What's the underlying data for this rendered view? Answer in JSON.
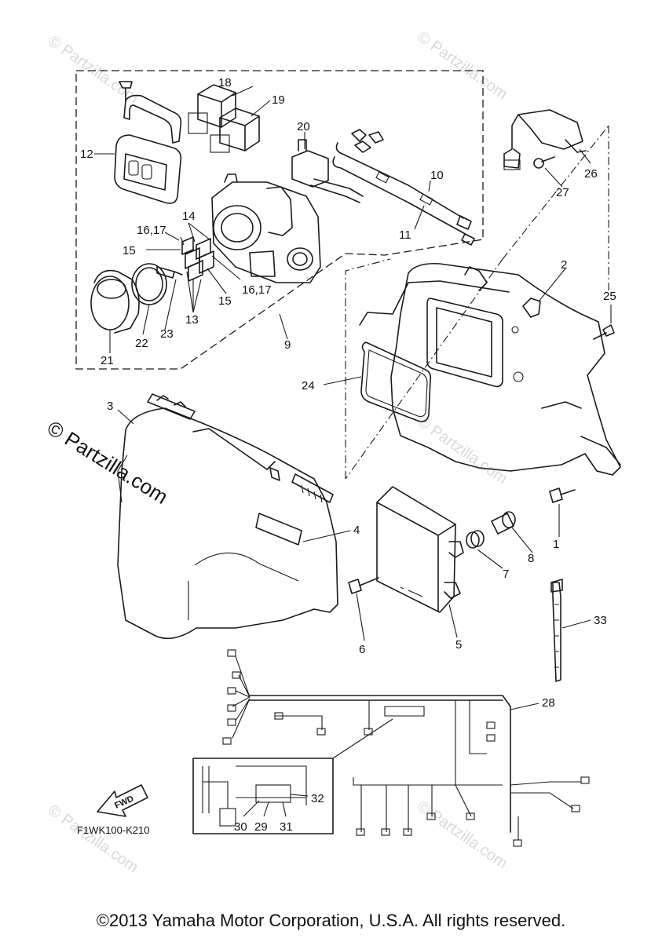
{
  "watermark": {
    "corner": "© Partzilla.com",
    "main": "© Partzilla.com"
  },
  "callouts": {
    "c1": "1",
    "c2": "2",
    "c3": "3",
    "c4": "4",
    "c5": "5",
    "c6": "6",
    "c7": "7",
    "c8": "8",
    "c9": "9",
    "c10": "10",
    "c11": "11",
    "c12": "12",
    "c13": "13",
    "c14": "14",
    "c15a": "15",
    "c15b": "15",
    "c1617a": "16,17",
    "c1617b": "16,17",
    "c18": "18",
    "c19": "19",
    "c20": "20",
    "c21": "21",
    "c22": "22",
    "c23": "23",
    "c24": "24",
    "c25": "25",
    "c26": "26",
    "c27": "27",
    "c28": "28",
    "c29": "29",
    "c30": "30",
    "c31": "31",
    "c32": "32",
    "c33": "33"
  },
  "fwd_label": "FWD",
  "figure_code": "F1WK100-K210",
  "copyright": "©2013 Yamaha Motor Corporation, U.S.A. All rights reserved."
}
